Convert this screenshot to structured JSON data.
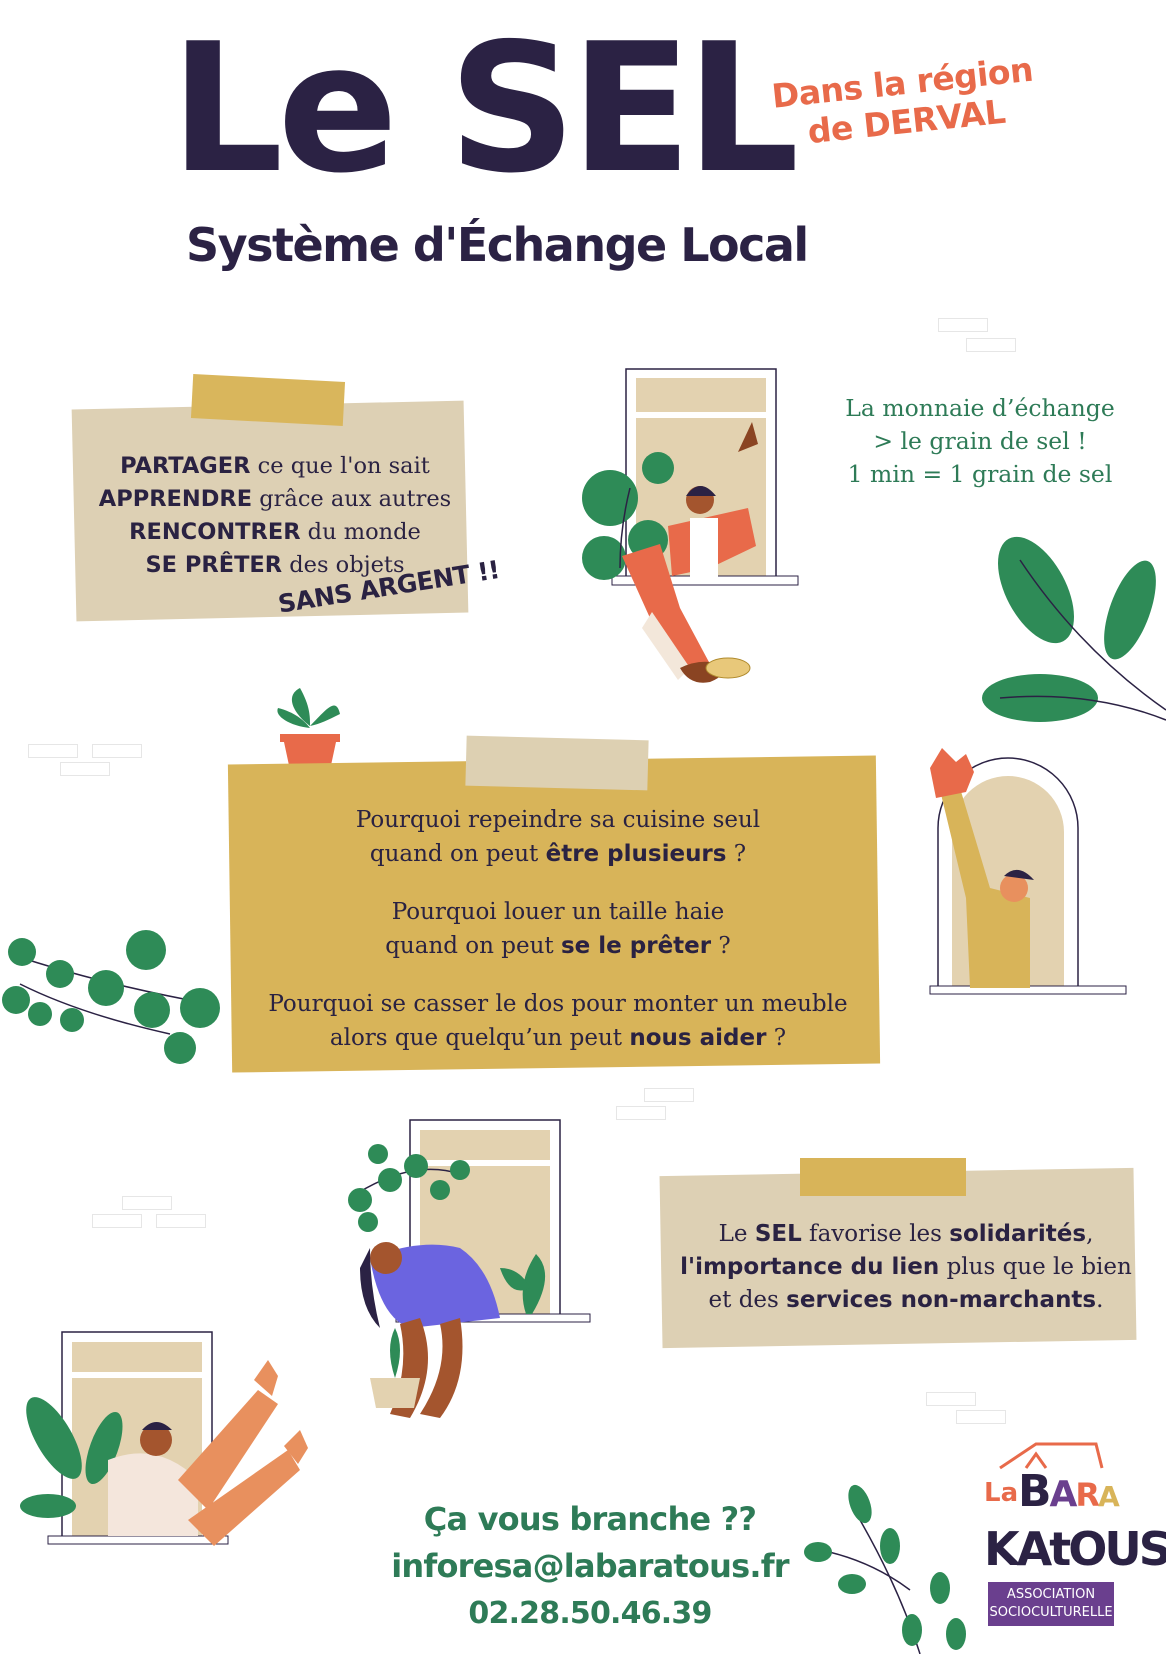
{
  "header": {
    "title": "Le SEL",
    "subtitle": "Système d'Échange Local",
    "region_line1": "Dans la région",
    "region_line2": "de DERVAL"
  },
  "card_partager": {
    "lines": [
      {
        "bold": "PARTAGER",
        "rest": " ce que l'on sait"
      },
      {
        "bold": "APPRENDRE",
        "rest": " grâce aux autres"
      },
      {
        "bold": "RENCONTRER",
        "rest": " du monde"
      },
      {
        "bold": "SE PRÊTER",
        "rest": " des objets"
      }
    ],
    "sans_argent": "SANS ARGENT !!"
  },
  "monnaie": {
    "line1": "La monnaie d’échange",
    "line2": "> le grain de sel !",
    "line3": "1 min  = 1 grain de sel"
  },
  "card_pourquoi": {
    "q1_line1": "Pourquoi repeindre sa cuisine seul",
    "q1_line2_pre": "quand on peut ",
    "q1_line2_bold": "être plusieurs",
    "q1_line2_post": " ?",
    "q2_line1": "Pourquoi louer un taille haie",
    "q2_line2_pre": "quand on peut ",
    "q2_line2_bold": "se le prêter",
    "q2_line2_post": " ?",
    "q3_line1": "Pourquoi se casser le dos pour monter un meuble",
    "q3_line2_pre": "alors que quelqu’un peut ",
    "q3_line2_bold": "nous aider",
    "q3_line2_post": " ?"
  },
  "card_solidarite": {
    "l1_pre": "Le ",
    "l1_b1": "SEL",
    "l1_mid": " favorise les ",
    "l1_b2": "solidarités",
    "l1_post": ",",
    "l2_b": "l'importance du lien",
    "l2_post": " plus que le bien",
    "l3_pre": "et des ",
    "l3_b": "services non-marchants",
    "l3_post": "."
  },
  "contact": {
    "question": "Ça vous branche ??",
    "email": "inforesa@labaratous.fr",
    "phone": "02.28.50.46.39"
  },
  "logo": {
    "la": "La",
    "bara": "BARA",
    "katous": "KAtOUS",
    "assoc_line1": "ASSOCIATION",
    "assoc_line2": "SOCIOCULTURELLE"
  },
  "colors": {
    "navy": "#2b2244",
    "orange": "#e86a4a",
    "green": "#2e7b57",
    "gold": "#d8b459",
    "beige": "#ddd0b4",
    "purple": "#6a3f8e"
  }
}
